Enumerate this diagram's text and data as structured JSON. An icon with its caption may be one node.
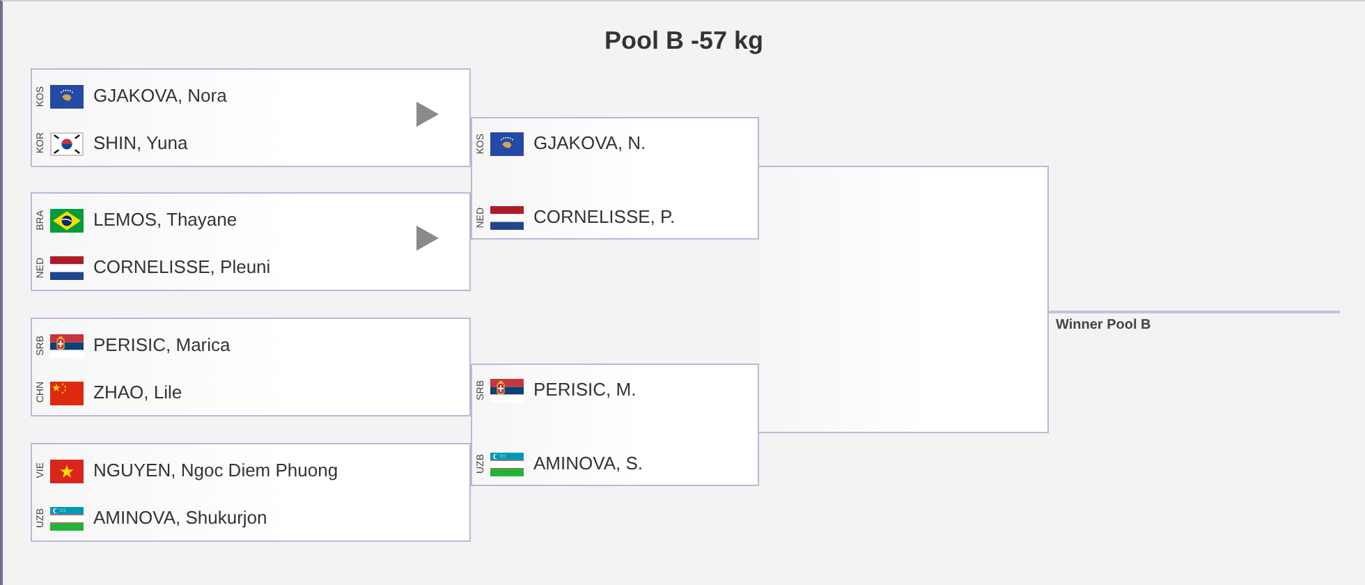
{
  "diagram": {
    "title": "Pool B -57 kg",
    "nodes": [
      {
        "text": [
          "KOS",
          "GJAKOVA, Nora",
          "KOR",
          "SHIN, Yuna"
        ]
      },
      {
        "text": [
          "BRA",
          "LEMOS, Thayane",
          "NED",
          "CORNELISSE, Pleuni"
        ]
      },
      {
        "text": [
          "SRB",
          "PERISIC, Marica",
          "CHN",
          "ZHAO, Lile"
        ]
      },
      {
        "text": [
          "VIE",
          "NGUYEN, Ngoc Diem Phuong",
          "UZB",
          "AMINOVA, Shukurjon"
        ]
      },
      {
        "text": [
          "KOS",
          "GJAKOVA, N.",
          "NED",
          "CORNELISSE, P."
        ]
      },
      {
        "text": [
          "SRB",
          "PERISIC, M.",
          "UZB",
          "AMINOVA, S."
        ]
      },
      {
        "text": [],
        "shape": "box"
      },
      {
        "text": [
          "Winner Pool B"
        ]
      }
    ]
  }
}
